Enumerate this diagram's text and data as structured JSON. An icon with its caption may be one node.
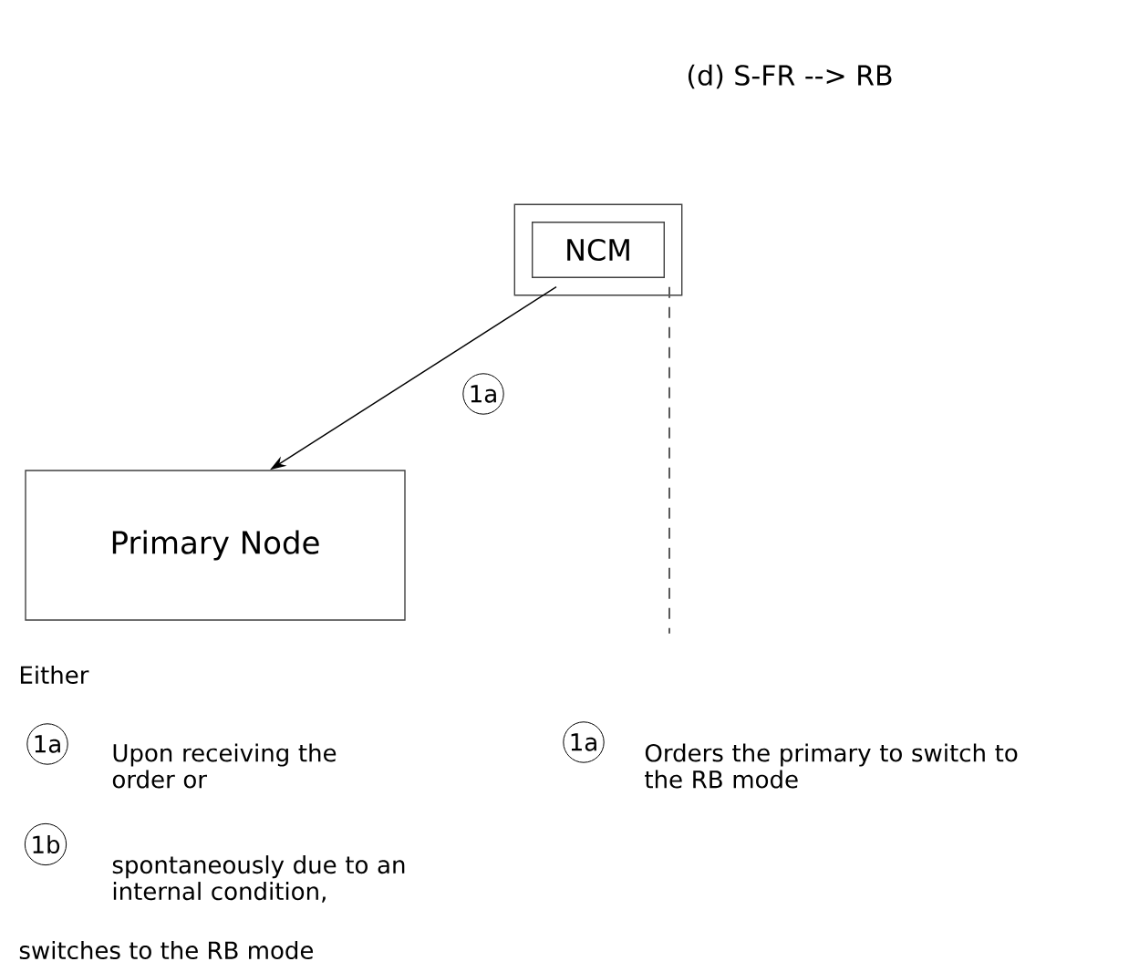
{
  "diagram": {
    "title": "(d) S-FR --> RB",
    "nodes": [
      {
        "text": [
          "NCM"
        ]
      },
      {
        "text": [
          "Primary Node"
        ]
      }
    ],
    "edges": [
      {
        "from": 0,
        "to": 1,
        "arrow": "to",
        "label": "1a"
      },
      {
        "from": 0,
        "to": null,
        "arrow": "none",
        "style": "dashed"
      }
    ],
    "labels": [
      "Either",
      "1a",
      "Upon receiving the order or",
      "1a",
      "Orders the primary to switch to the RB mode",
      "1b",
      "spontaneously due to an internal condition,",
      "switches to the RB mode"
    ]
  }
}
